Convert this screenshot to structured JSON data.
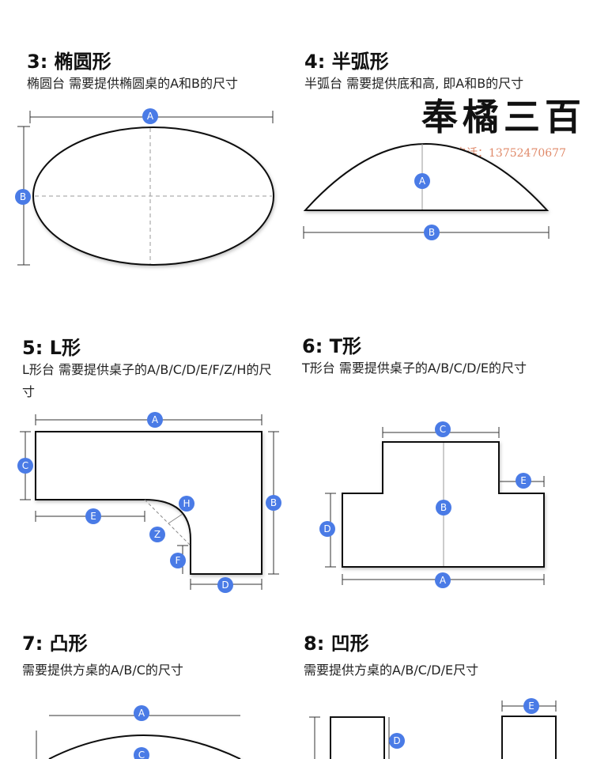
{
  "sections": {
    "ellipse": {
      "title": "3: 椭圆形",
      "desc": "椭圆台 需要提供椭圆桌的A和B的尺寸"
    },
    "semicircle": {
      "title": "4: 半弧形",
      "desc": "半弧台 需要提供底和高, 即A和B的尺寸"
    },
    "l_shape": {
      "title": "5: L形",
      "desc": "L形台 需要提供桌子的A/B/C/D/E/F/Z/H的尺寸"
    },
    "t_shape": {
      "title": "6: T形",
      "desc": "T形台 需要提供桌子的A/B/C/D/E的尺寸"
    },
    "convex": {
      "title": "7: 凸形",
      "desc": "需要提供方桌的A/B/C的尺寸"
    },
    "concave": {
      "title": "8: 凹形",
      "desc": "需要提供方桌的A/B/C/D/E尺寸"
    }
  },
  "watermark": {
    "brand": "奉橘三百",
    "contact": "客服电话：13752470677"
  },
  "badge_color": "#4a7be6",
  "labels": {
    "A": "A",
    "B": "B",
    "C": "C",
    "D": "D",
    "E": "E",
    "F": "F",
    "H": "H",
    "Z": "Z"
  }
}
